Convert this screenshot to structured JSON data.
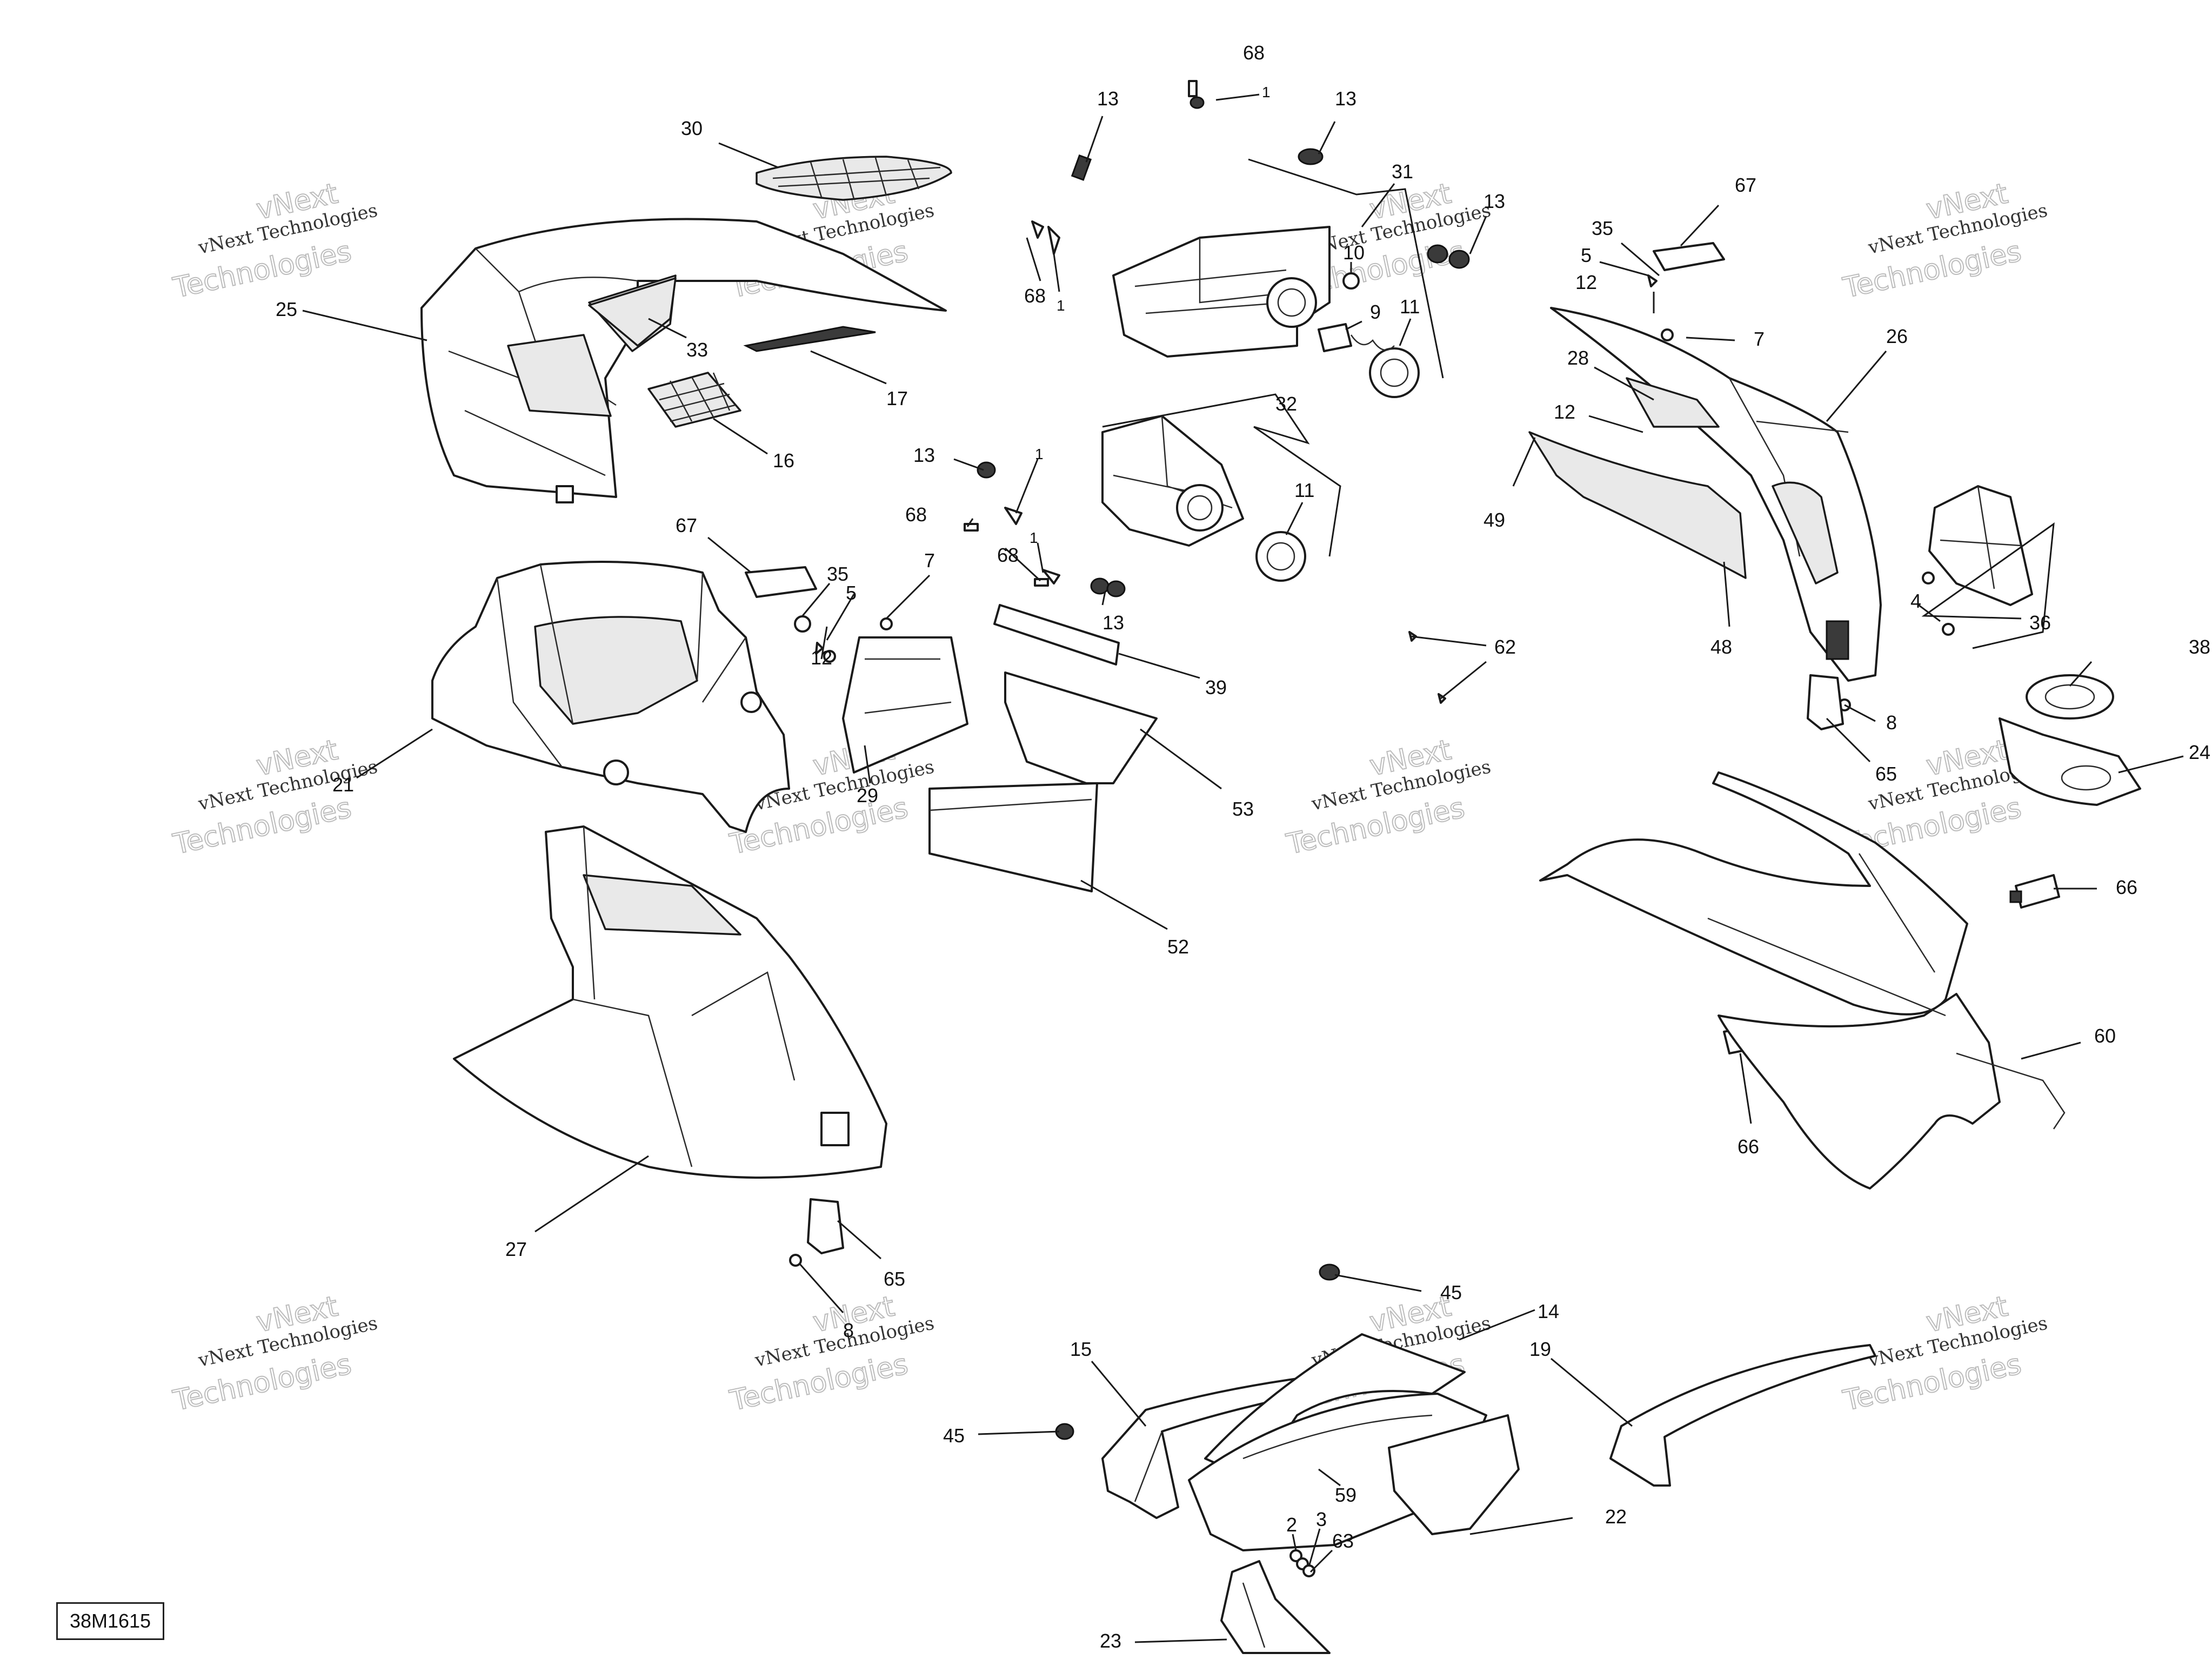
{
  "reference_code": "38M1615",
  "watermark": {
    "line1": "vNext Technologies",
    "line2": "vNext",
    "line3": "Technologies"
  },
  "callouts": [
    {
      "id": "c68a",
      "text": "68"
    },
    {
      "id": "c1a",
      "text": "1"
    },
    {
      "id": "c13a",
      "text": "13"
    },
    {
      "id": "c13b",
      "text": "13"
    },
    {
      "id": "c30",
      "text": "30"
    },
    {
      "id": "c31",
      "text": "31"
    },
    {
      "id": "c13c",
      "text": "13"
    },
    {
      "id": "c67a",
      "text": "67"
    },
    {
      "id": "c35a",
      "text": "35"
    },
    {
      "id": "c10",
      "text": "10"
    },
    {
      "id": "c5a",
      "text": "5"
    },
    {
      "id": "c12a",
      "text": "12"
    },
    {
      "id": "c7a",
      "text": "7"
    },
    {
      "id": "c9",
      "text": "9"
    },
    {
      "id": "c11a",
      "text": "11"
    },
    {
      "id": "c68b",
      "text": "68"
    },
    {
      "id": "c1b",
      "text": "1"
    },
    {
      "id": "c25",
      "text": "25"
    },
    {
      "id": "c33",
      "text": "33"
    },
    {
      "id": "c17",
      "text": "17"
    },
    {
      "id": "c26",
      "text": "26"
    },
    {
      "id": "c28",
      "text": "28"
    },
    {
      "id": "c12b",
      "text": "12"
    },
    {
      "id": "c32",
      "text": "32"
    },
    {
      "id": "c16",
      "text": "16"
    },
    {
      "id": "c13d",
      "text": "13"
    },
    {
      "id": "c1c",
      "text": "1"
    },
    {
      "id": "c49",
      "text": "49"
    },
    {
      "id": "c11b",
      "text": "11"
    },
    {
      "id": "c68c",
      "text": "68"
    },
    {
      "id": "c67b",
      "text": "67"
    },
    {
      "id": "c1d",
      "text": "1"
    },
    {
      "id": "c35b",
      "text": "35"
    },
    {
      "id": "c68d",
      "text": "68"
    },
    {
      "id": "c7b",
      "text": "7"
    },
    {
      "id": "c5b",
      "text": "5"
    },
    {
      "id": "c13e",
      "text": "13"
    },
    {
      "id": "c4",
      "text": "4"
    },
    {
      "id": "c36",
      "text": "36"
    },
    {
      "id": "c12c",
      "text": "12"
    },
    {
      "id": "c39",
      "text": "39"
    },
    {
      "id": "c62",
      "text": "62"
    },
    {
      "id": "c48",
      "text": "48"
    },
    {
      "id": "c38",
      "text": "38"
    },
    {
      "id": "c21",
      "text": "21"
    },
    {
      "id": "c29",
      "text": "29"
    },
    {
      "id": "c8a",
      "text": "8"
    },
    {
      "id": "c53",
      "text": "53"
    },
    {
      "id": "c24",
      "text": "24"
    },
    {
      "id": "c65a",
      "text": "65"
    },
    {
      "id": "c66a",
      "text": "66"
    },
    {
      "id": "c52",
      "text": "52"
    },
    {
      "id": "c60",
      "text": "60"
    },
    {
      "id": "c66b",
      "text": "66"
    },
    {
      "id": "c27",
      "text": "27"
    },
    {
      "id": "c65b",
      "text": "65"
    },
    {
      "id": "c45a",
      "text": "45"
    },
    {
      "id": "c8b",
      "text": "8"
    },
    {
      "id": "c14",
      "text": "14"
    },
    {
      "id": "c15",
      "text": "15"
    },
    {
      "id": "c19",
      "text": "19"
    },
    {
      "id": "c45b",
      "text": "45"
    },
    {
      "id": "c59",
      "text": "59"
    },
    {
      "id": "c22",
      "text": "22"
    },
    {
      "id": "c2",
      "text": "2"
    },
    {
      "id": "c3",
      "text": "3"
    },
    {
      "id": "c63",
      "text": "63"
    },
    {
      "id": "c23",
      "text": "23"
    }
  ]
}
